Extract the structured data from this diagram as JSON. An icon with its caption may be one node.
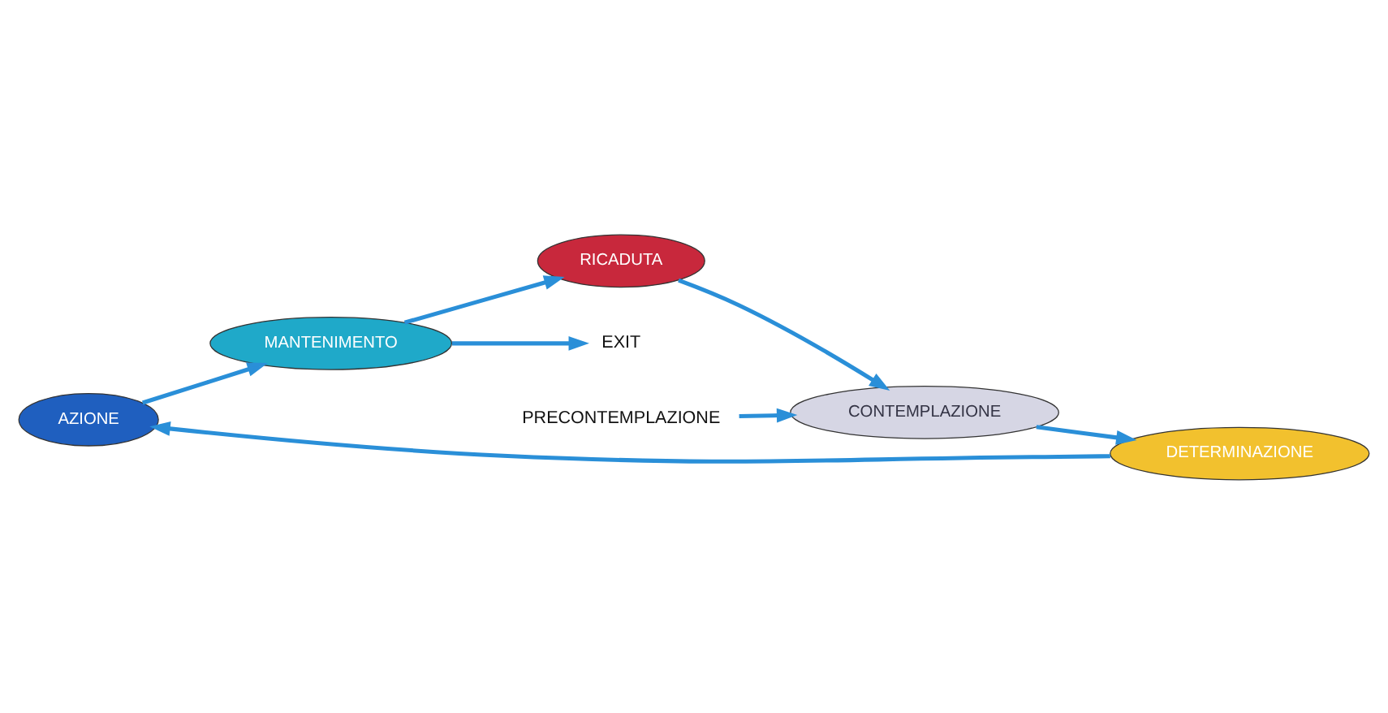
{
  "diagram": {
    "nodes": [
      {
        "text": [
          "AZIONE"
        ]
      },
      {
        "text": [
          "MANTENIMENTO"
        ]
      },
      {
        "text": [
          "DETERMINAZIONE"
        ]
      },
      {
        "text": [
          "RICADUTA"
        ]
      },
      {
        "text": [
          "CONTEMPLAZIONE"
        ]
      },
      {
        "text": [
          "EXIT"
        ]
      },
      {
        "text": [
          "PRECONTEMPLAZIONE"
        ]
      }
    ],
    "edges": [
      {
        "from": 2,
        "to": 0,
        "arrow": "to"
      },
      {
        "from": 0,
        "to": 1,
        "arrow": "to"
      },
      {
        "from": 1,
        "to": 3,
        "arrow": "to"
      },
      {
        "from": 3,
        "to": 4,
        "arrow": "to"
      },
      {
        "from": 4,
        "to": 2,
        "arrow": "to"
      },
      {
        "from": 1,
        "to": 5,
        "arrow": "to"
      },
      {
        "from": 6,
        "to": 4,
        "arrow": "to"
      }
    ]
  }
}
